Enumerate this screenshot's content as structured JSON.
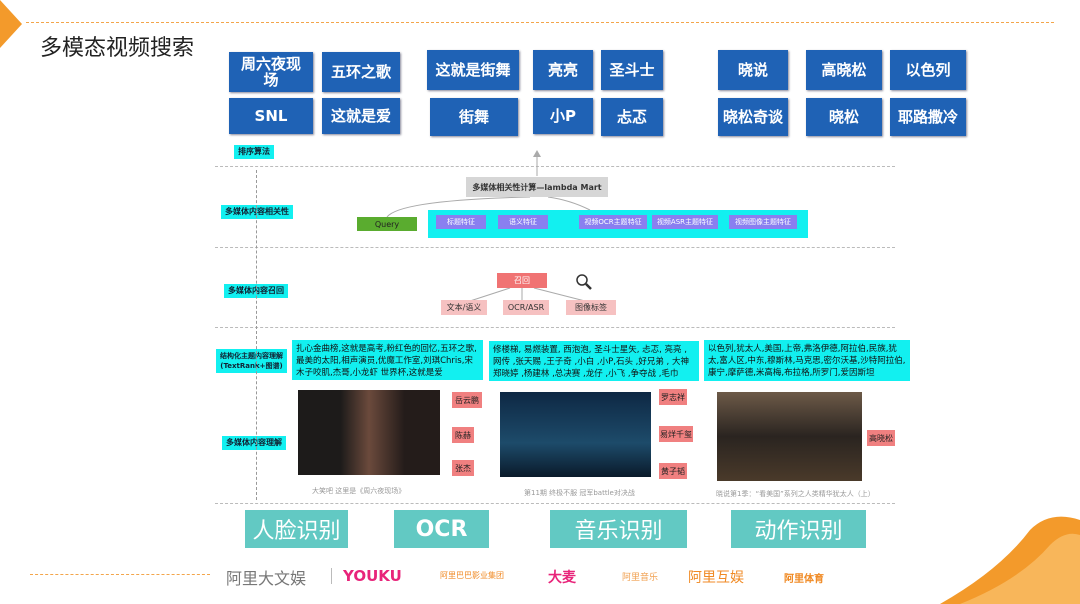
{
  "title": "多模态视频搜索",
  "keywords": {
    "g1": [
      "周六夜现场",
      "五环之歌",
      "SNL",
      "这就是爱"
    ],
    "g2": [
      "这就是街舞",
      "亮亮",
      "圣斗士",
      "街舞",
      "小P",
      "忐忑"
    ],
    "g3": [
      "晓说",
      "高晓松",
      "以色列",
      "晓松奇谈",
      "晓松",
      "耶路撒冷"
    ]
  },
  "layers": [
    "排序算法",
    "多媒体内容相关性",
    "多媒体内容召回",
    "结构化主题内容理解",
    "(TextRank+图谱)",
    "多媒体内容理解"
  ],
  "ranking": {
    "model": "多媒体相关性计算—lambda Mart",
    "query": "Query",
    "features": [
      "标题特征",
      "语义特征",
      "视频OCR主题特征",
      "视频ASR主题特征",
      "视频图像主题特征"
    ]
  },
  "recall": {
    "root": "召回",
    "children": [
      "文本/语义",
      "OCR/ASR",
      "图像标签"
    ]
  },
  "topics": [
    "扎心金曲榜,这就是高考,粉红色的回忆,五环之歌,最美的太阳,相声演员,优魔工作室,刘琪Chris,宋木子咬肌,杰哥,小龙虾 世界杯,这就是爱",
    "修楼梯, 易燃装置, 西泡泡, 圣斗士星矢, 忐忑, 亮亮 ,网传 ,张天赐 ,王子奇 ,小白 ,小P,石头 ,好兄弟 , 大神 郑晓婷 ,杨建林 ,总决赛 ,龙仔 ,小飞 ,争夺战 ,毛巾",
    "以色列,犹太人,美国,上帝,弗洛伊德,阿拉伯,民族,犹太,富人区,中东,穆斯林,马克思,密尔沃基,沙特阿拉伯,康宁,摩萨德,米高梅,布拉格,所罗门,爱因斯坦"
  ],
  "tags": [
    [
      "岳云鹏",
      "陈赫",
      "张杰"
    ],
    [
      "罗志祥",
      "易烊千玺",
      "黄子韬"
    ],
    [
      "高晓松"
    ]
  ],
  "captions": [
    "大笑吧 这里是《周六夜现场》",
    "第11期 终极不服 冠军battle对决战",
    "晓说第1季：“看美国”系列之人类精华犹太人（上）"
  ],
  "capabilities": [
    "人脸识别",
    "OCR",
    "音乐识别",
    "动作识别"
  ],
  "logos": [
    "阿里大文娱",
    "YOUKU",
    "阿里巴巴影业集团",
    "大麦",
    "阿里音乐",
    "阿里互娱",
    "阿里体育"
  ],
  "colors": {
    "keyword": "#1f62b5",
    "cyan": "#12f0f0",
    "accent": "#f39a2b",
    "capability": "#62c9c3"
  }
}
